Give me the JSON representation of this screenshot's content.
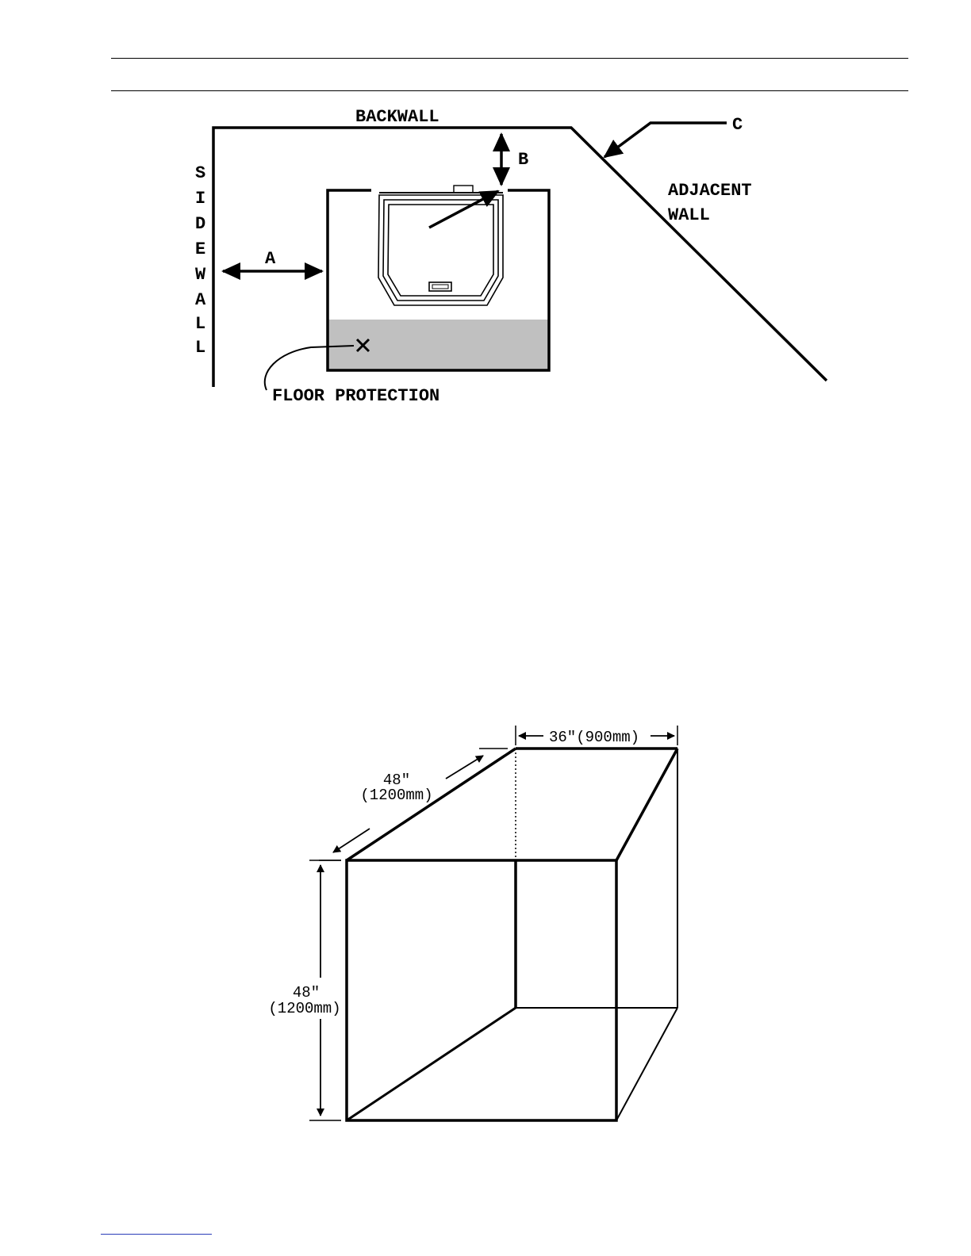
{
  "clearance_diagram": {
    "backwall": "BACKWALL",
    "sidewall": [
      "S",
      "I",
      "D",
      "E",
      "W",
      "A",
      "L",
      "L"
    ],
    "adjacent_wall_line1": "ADJACENT",
    "adjacent_wall_line2": "WALL",
    "label_a": "A",
    "label_b": "B",
    "label_c": "C",
    "floor_protection": "FLOOR PROTECTION"
  },
  "box_diagram": {
    "width_label": "36\"(900mm)",
    "depth_label_line1": "48\"",
    "depth_label_line2": "(1200mm)",
    "height_label_line1": "48\"",
    "height_label_line2": "(1200mm)"
  },
  "colors": {
    "line": "#000000",
    "floor_fill": "#c0c0c0",
    "footer_link": "#2a3db8"
  }
}
